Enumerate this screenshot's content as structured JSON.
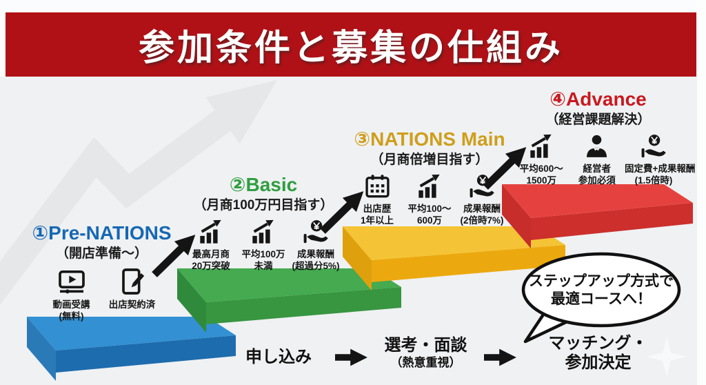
{
  "header": {
    "title": "参加条件と募集の仕組み"
  },
  "colors": {
    "banner_red": "#b01116",
    "stage1_blue": "#1668b3",
    "stage2_green": "#2f9e3f",
    "stage3_gold": "#cf9e1b",
    "stage4_red": "#c8191f",
    "step_blue_top": "#3390d2",
    "step_green_top": "#45aa50",
    "step_yellow_top": "#f5c436",
    "step_red_top": "#e5423f",
    "arrow_black": "#141414",
    "background_grey": "#eff1f3"
  },
  "stages": [
    {
      "number": "①",
      "name": "Pre-NATIONS",
      "subtitle": "（開店準備〜）",
      "items": [
        {
          "icon": "video-icon",
          "line1": "動画受講",
          "line2": "(無料)"
        },
        {
          "icon": "contract-icon",
          "line1": "出店契約済",
          "line2": ""
        }
      ]
    },
    {
      "number": "②",
      "name": "Basic",
      "subtitle": "（月商100万円目指す）",
      "items": [
        {
          "icon": "chart-icon",
          "line1": "最高月商",
          "line2": "20万突破"
        },
        {
          "icon": "chart-icon",
          "line1": "平均100万",
          "line2": "未満"
        },
        {
          "icon": "reward-icon",
          "line1": "成果報酬",
          "line2": "(超過分5%)"
        }
      ]
    },
    {
      "number": "③",
      "name": "NATIONS Main",
      "subtitle": "（月商倍増目指す）",
      "items": [
        {
          "icon": "calendar-icon",
          "line1": "出店歴",
          "line2": "1年以上"
        },
        {
          "icon": "chart-icon",
          "line1": "平均100〜",
          "line2": "600万"
        },
        {
          "icon": "reward-icon",
          "line1": "成果報酬",
          "line2": "(2倍時7%)"
        }
      ]
    },
    {
      "number": "④",
      "name": "Advance",
      "subtitle": "（経営課題解決）",
      "items": [
        {
          "icon": "chart-icon",
          "line1": "平均600〜",
          "line2": "1500万"
        },
        {
          "icon": "manager-icon",
          "line1": "経営者",
          "line2": "参加必須"
        },
        {
          "icon": "reward-icon",
          "line1": "固定費+成果報酬",
          "line2": "(1.5倍時)"
        }
      ]
    }
  ],
  "flow": {
    "steps": [
      {
        "label": "申し込み",
        "sub": ""
      },
      {
        "label": "選考・面談",
        "sub": "（熱意重視）"
      },
      {
        "label": "マッチング・",
        "sub": "参加決定"
      }
    ]
  },
  "bubble": {
    "line1": "ステップアップ方式で",
    "line2": "最適コースへ！"
  }
}
